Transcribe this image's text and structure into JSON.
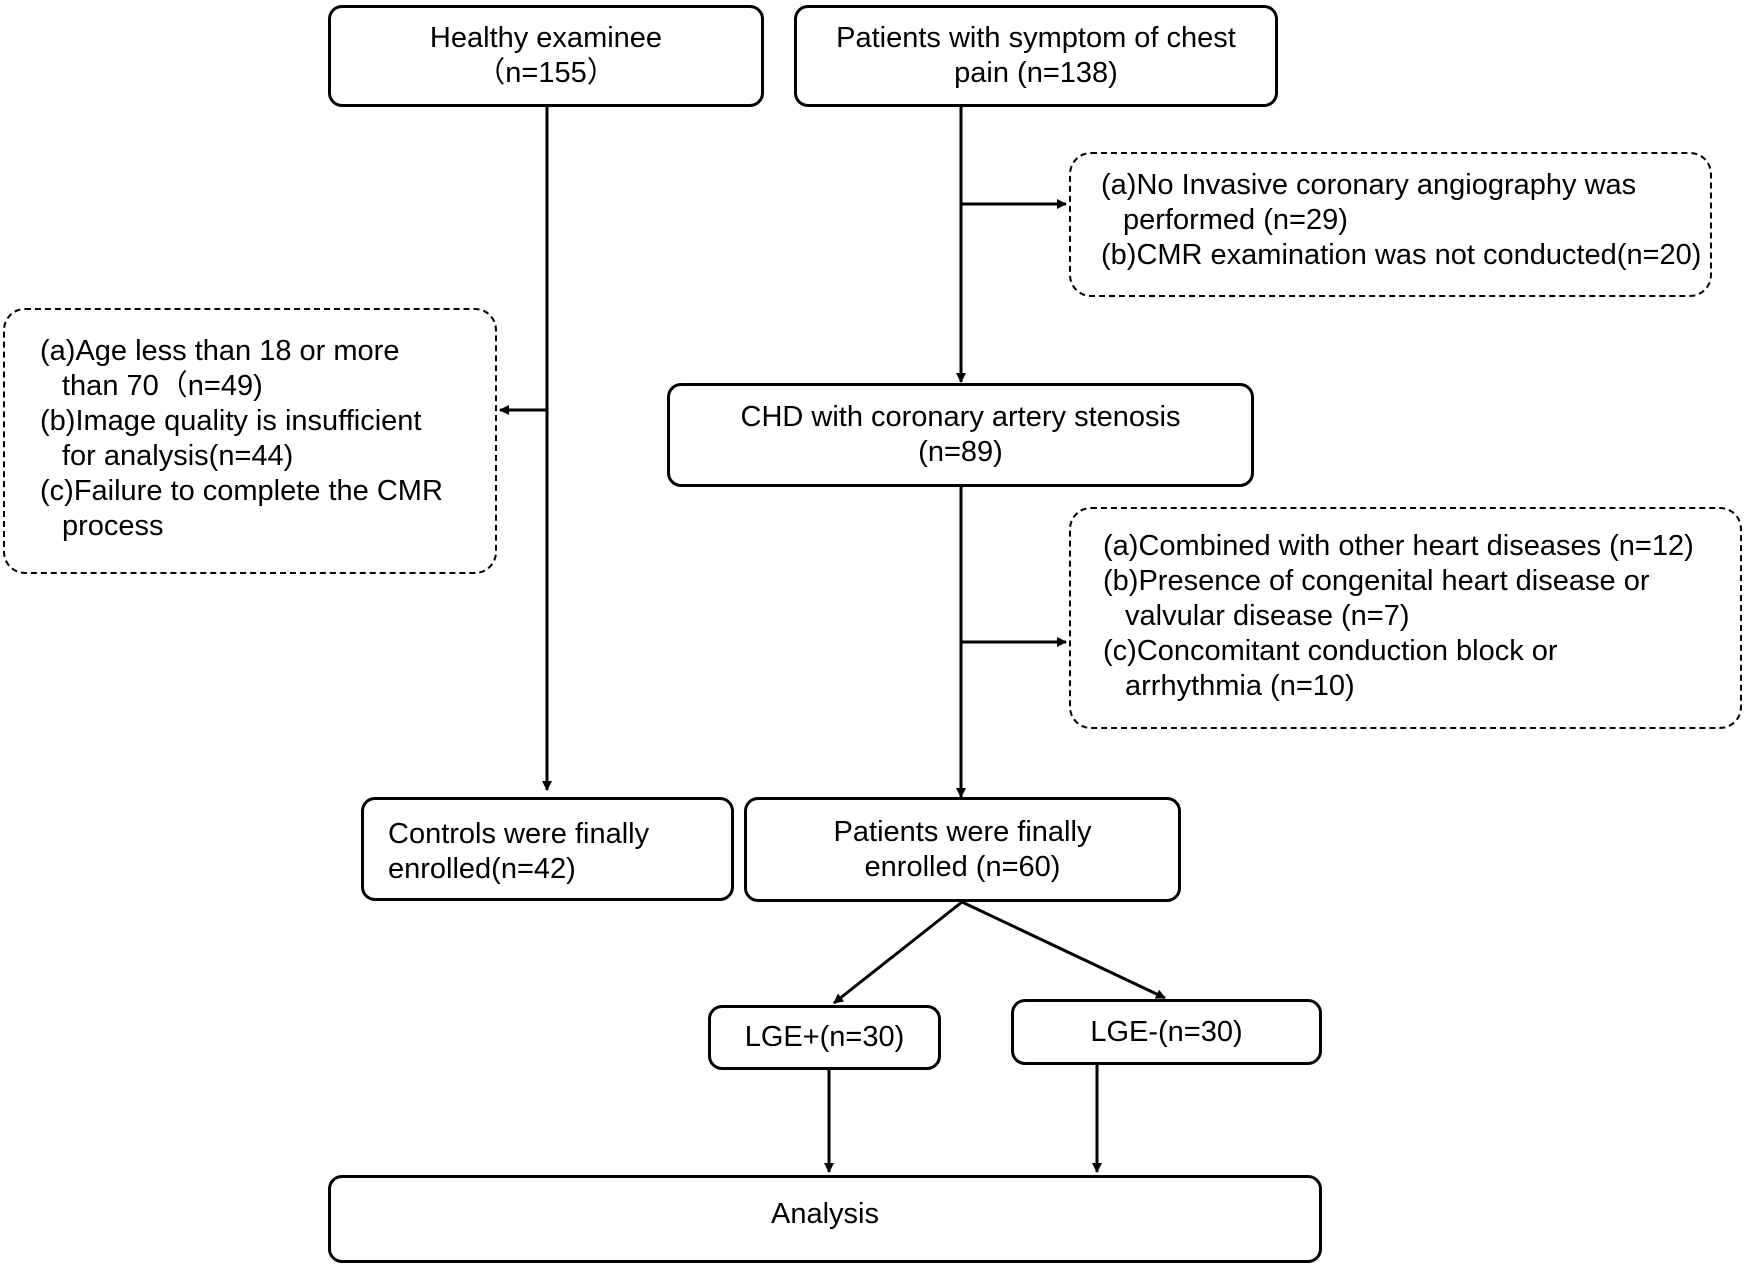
{
  "nodes": {
    "healthy": [
      "Healthy  examinee",
      "（n=155）"
    ],
    "chest_pain": [
      "Patients with symptom of chest",
      "pain (n=138)"
    ],
    "chd": [
      "CHD with coronary artery stenosis",
      "(n=89)"
    ],
    "controls": [
      "Controls were finally",
      "enrolled(n=42)"
    ],
    "patients": [
      "Patients were finally",
      "enrolled (n=60)"
    ],
    "lge_pos": "LGE+(n=30)",
    "lge_neg": "LGE-(n=30)",
    "analysis": "Analysis"
  },
  "exclusions": {
    "top_right": [
      [
        "(a)No Invasive coronary angiography was",
        "performed (n=29)"
      ],
      [
        "(b)CMR examination was not conducted(n=20)"
      ]
    ],
    "left": [
      [
        "(a)Age less than 18 or more",
        "than 70（n=49)"
      ],
      [
        "(b)Image quality is insufficient",
        "for analysis(n=44)"
      ],
      [
        "(c)Failure to complete the CMR",
        "process"
      ]
    ],
    "mid_right": [
      [
        "(a)Combined with other heart diseases (n=12)"
      ],
      [
        "(b)Presence of congenital heart disease or",
        "valvular disease (n=7)"
      ],
      [
        "(c)Concomitant conduction block or",
        "arrhythmia (n=10)"
      ]
    ]
  }
}
